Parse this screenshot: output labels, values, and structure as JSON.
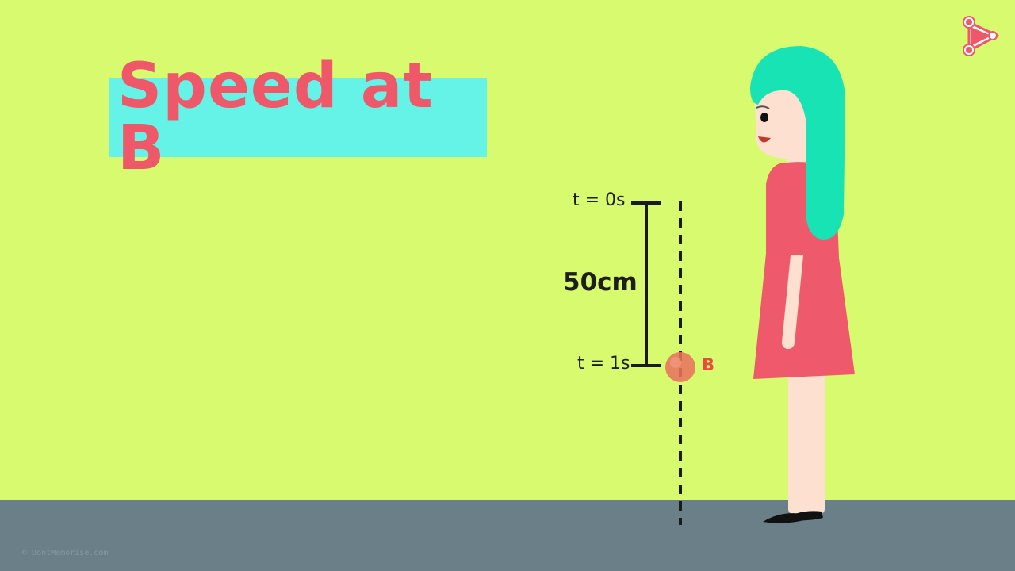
{
  "title": "Speed at B",
  "diagram": {
    "start_time_label": "t = 0s",
    "end_time_label": "t = 1s",
    "distance_label": "50cm",
    "point_label": "B"
  },
  "watermark": "© DontMemorise.com",
  "logo": {
    "icon": "play-logo-icon"
  },
  "colors": {
    "background": "#d7fa6e",
    "ground": "#6b7f88",
    "title_box": "#64f3e6",
    "title_text": "#ef5869",
    "ball": "#e8735f",
    "point_label": "#e74c3c",
    "hair": "#17e3b5",
    "dress": "#ee5a6b",
    "skin": "#fde0d0"
  }
}
